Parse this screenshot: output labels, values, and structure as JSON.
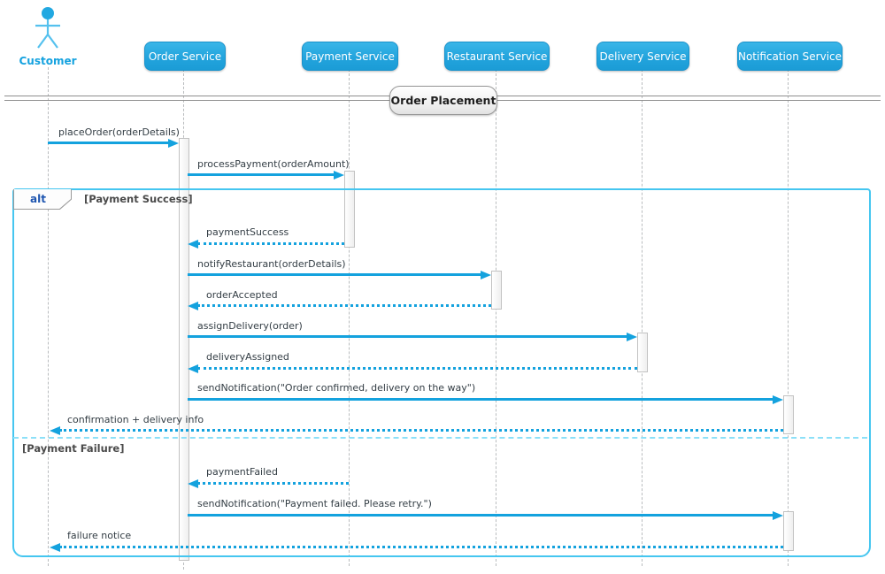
{
  "diagram": {
    "type": "uml-sequence",
    "actor": {
      "label": "Customer"
    },
    "participants": [
      {
        "label": "Order Service"
      },
      {
        "label": "Payment Service"
      },
      {
        "label": "Restaurant Service"
      },
      {
        "label": "Delivery Service"
      },
      {
        "label": "Notification Service"
      }
    ],
    "divider": {
      "label": "Order Placement"
    },
    "alt_frame": {
      "operator": "alt",
      "guards": [
        {
          "label": "[Payment Success]"
        },
        {
          "label": "[Payment Failure]"
        }
      ]
    },
    "messages": [
      {
        "label": "placeOrder(orderDetails)",
        "from": "Customer",
        "to": "Order Service",
        "style": "solid"
      },
      {
        "label": "processPayment(orderAmount)",
        "from": "Order Service",
        "to": "Payment Service",
        "style": "solid"
      },
      {
        "label": "paymentSuccess",
        "from": "Payment Service",
        "to": "Order Service",
        "style": "dotted"
      },
      {
        "label": "notifyRestaurant(orderDetails)",
        "from": "Order Service",
        "to": "Restaurant Service",
        "style": "solid"
      },
      {
        "label": "orderAccepted",
        "from": "Restaurant Service",
        "to": "Order Service",
        "style": "dotted"
      },
      {
        "label": "assignDelivery(order)",
        "from": "Order Service",
        "to": "Delivery Service",
        "style": "solid"
      },
      {
        "label": "deliveryAssigned",
        "from": "Delivery Service",
        "to": "Order Service",
        "style": "dotted"
      },
      {
        "label": "sendNotification(\"Order confirmed, delivery on the way\")",
        "from": "Order Service",
        "to": "Notification Service",
        "style": "solid"
      },
      {
        "label": "confirmation + delivery info",
        "from": "Notification Service",
        "to": "Customer",
        "style": "dotted"
      },
      {
        "label": "paymentFailed",
        "from": "Payment Service",
        "to": "Order Service",
        "style": "dotted"
      },
      {
        "label": "sendNotification(\"Payment failed. Please retry.\")",
        "from": "Order Service",
        "to": "Notification Service",
        "style": "solid"
      },
      {
        "label": "failure notice",
        "from": "Notification Service",
        "to": "Customer",
        "style": "dotted"
      }
    ],
    "colors": {
      "arrow": "#14A2DE",
      "participant_fill": "#29ABE2",
      "frame_border": "#45C6F0",
      "actor_text": "#15A2DF",
      "message_text": "#333D44"
    }
  }
}
